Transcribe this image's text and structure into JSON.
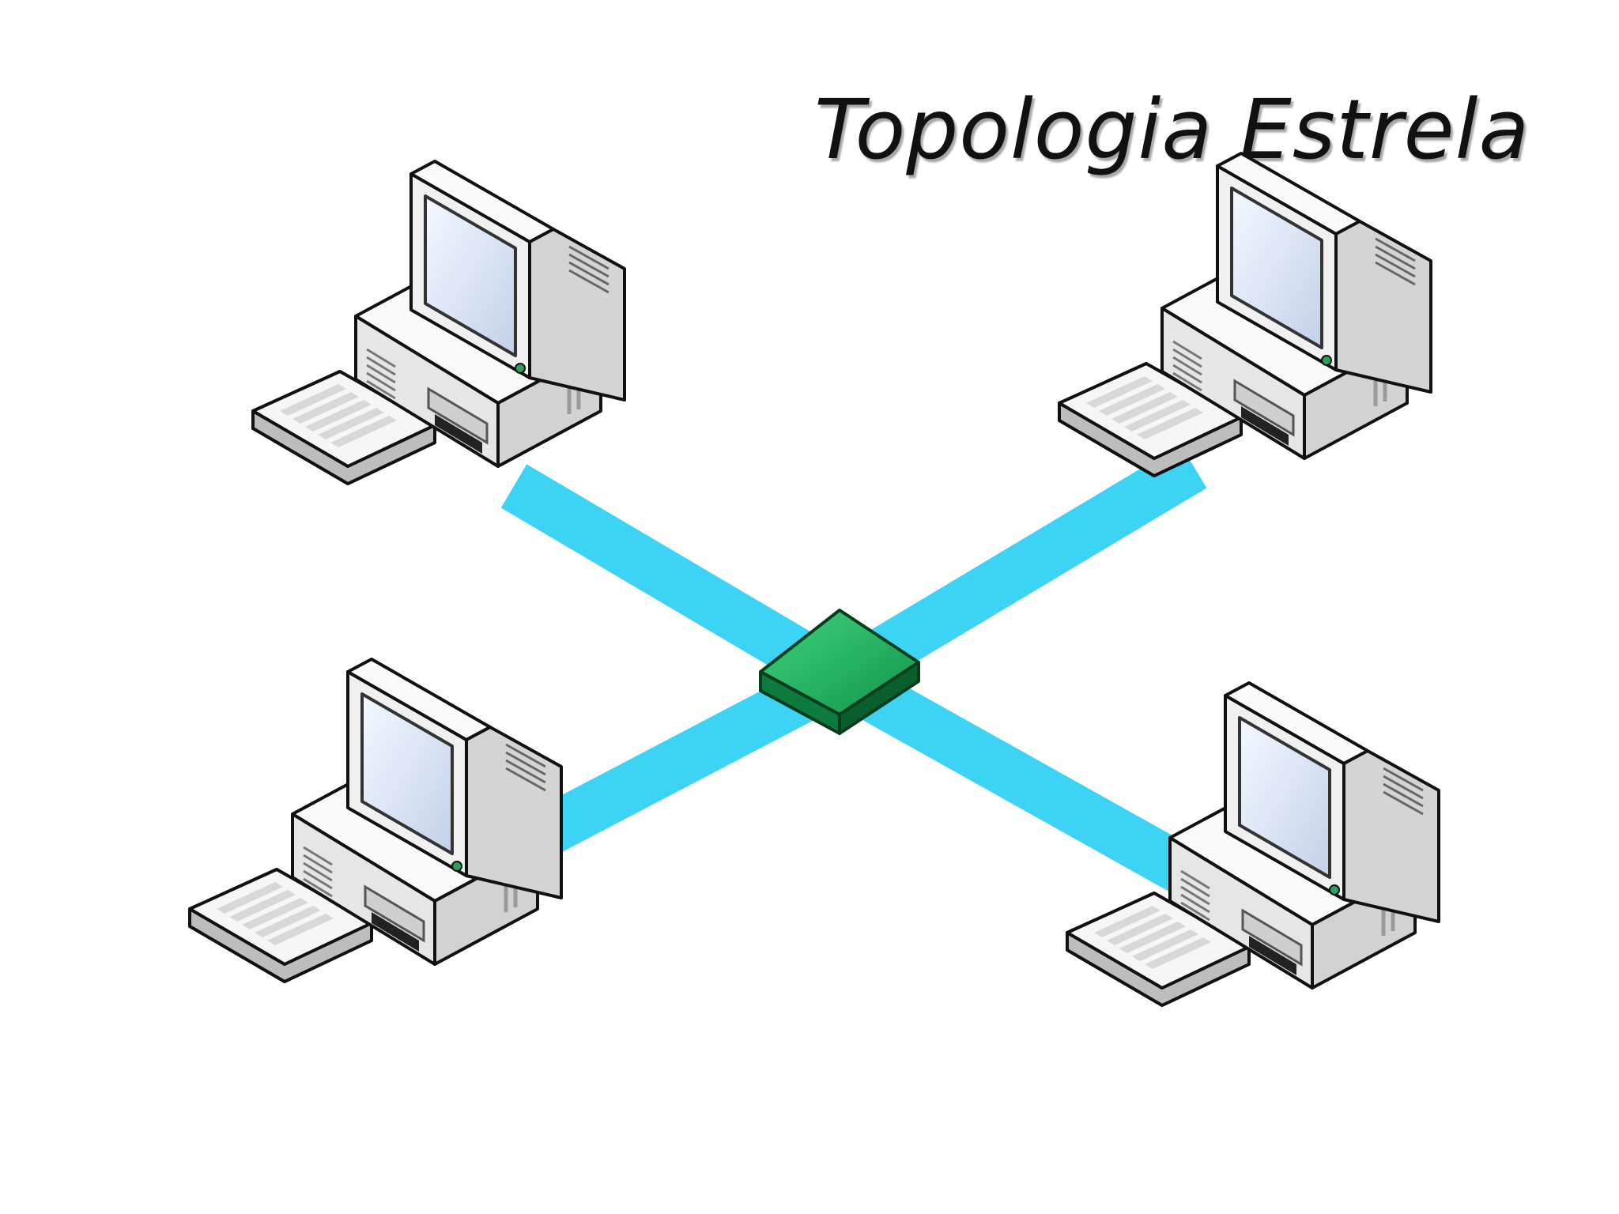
{
  "diagram": {
    "title": "Topologia Estrela",
    "type": "star-topology",
    "colors": {
      "link": "#3dd3f5",
      "hub_top": "#1ea85a",
      "hub_side": "#0d6f37",
      "device_body": "#eeeeee",
      "device_outline": "#111111",
      "screen": "#dde7f6"
    },
    "hub": {
      "icon": "network-switch-icon"
    },
    "nodes": [
      {
        "id": "computer-top-left",
        "icon": "desktop-computer-icon"
      },
      {
        "id": "computer-top-right",
        "icon": "desktop-computer-icon"
      },
      {
        "id": "computer-bottom-left",
        "icon": "desktop-computer-icon"
      },
      {
        "id": "computer-bottom-right",
        "icon": "desktop-computer-icon"
      }
    ],
    "links": [
      {
        "from": "hub",
        "to": "computer-top-left"
      },
      {
        "from": "hub",
        "to": "computer-top-right"
      },
      {
        "from": "hub",
        "to": "computer-bottom-left"
      },
      {
        "from": "hub",
        "to": "computer-bottom-right"
      }
    ]
  }
}
